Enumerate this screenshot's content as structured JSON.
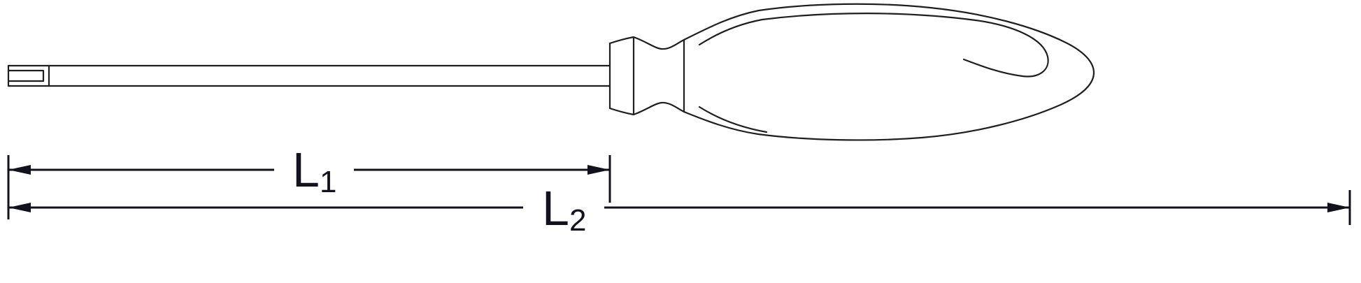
{
  "meta": {
    "background": "#ffffff"
  },
  "drawing": {
    "name": "screwdriver-line-drawing",
    "stroke_color": "#1f1f1f",
    "parts": [
      "blade-tip",
      "shaft",
      "ferrule",
      "handle"
    ]
  },
  "dimensions": {
    "color": "#12121c",
    "items": [
      {
        "id": "L1",
        "label": "L",
        "subscript": "1"
      },
      {
        "id": "L2",
        "label": "L",
        "subscript": "2"
      }
    ]
  }
}
